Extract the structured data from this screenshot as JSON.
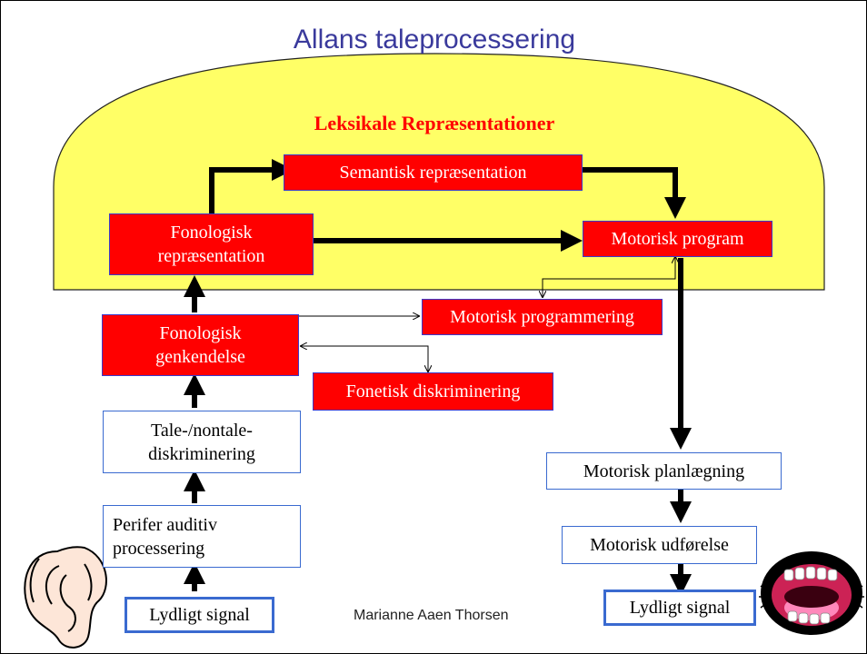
{
  "title": "Allans taleprocessering",
  "dome_label": "Leksikale Repræsentationer",
  "boxes": {
    "semantisk": "Semantisk repræsentation",
    "fon_repr": "Fonologisk\nrepræsentation",
    "motorisk_program": "Motorisk program",
    "motorisk_programmering": "Motorisk programmering",
    "fon_genk": "Fonologisk\ngenkendelse",
    "fonetisk": "Fonetisk diskriminering",
    "tale": "Tale-/nontale-\ndiskriminering",
    "perifer": "Perifer auditiv\nprocessering",
    "lyd_in": "Lydligt signal",
    "planl": "Motorisk planlægning",
    "udf": "Motorisk udførelse",
    "lyd_out": "Lydligt signal"
  },
  "footer": "Marianne Aaen Thorsen",
  "colors": {
    "dome": "#ffff66",
    "red_box": "#ff0000",
    "title": "#3a3a9c",
    "label": "#ff0000"
  },
  "icons": {
    "left": "ear-icon",
    "right": "mouth-icon"
  }
}
